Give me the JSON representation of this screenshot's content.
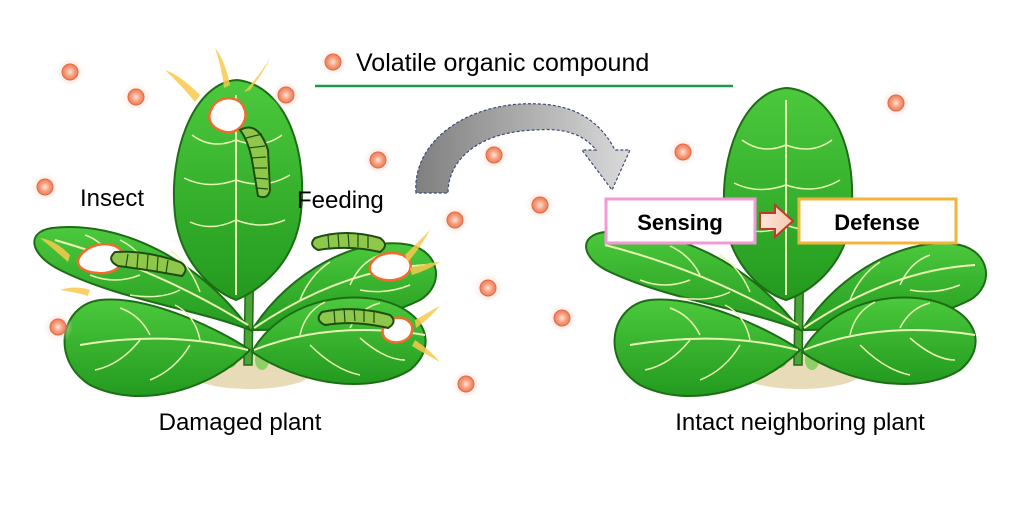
{
  "legend": {
    "label": "Volatile organic compound"
  },
  "labels": {
    "insect": "Insect",
    "feeding": "Feeding",
    "damaged_plant": "Damaged plant",
    "intact_plant": "Intact neighboring plant"
  },
  "boxes": {
    "sensing": "Sensing",
    "defense": "Defense"
  },
  "colors": {
    "leaf": "#2fb52a",
    "leaf_dark": "#1d6d16",
    "vein": "#e9f3b3",
    "voc_fill": "#f6a07f",
    "voc_glow": "#fbd4c6",
    "legend_line": "#1a9a4a",
    "sensing_border": "#f19ad6",
    "defense_border": "#f2b43b",
    "insect_body": "#8fc74a",
    "damage_edge": "#f26b2c"
  }
}
